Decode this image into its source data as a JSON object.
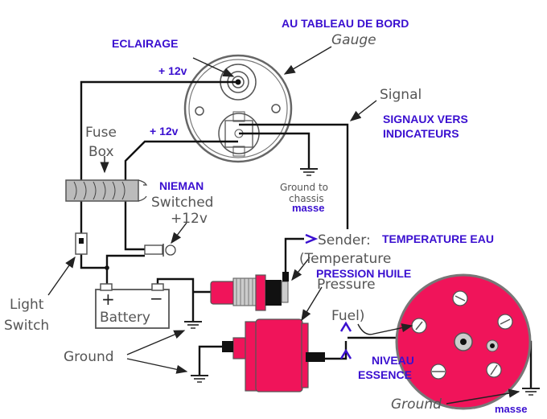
{
  "diagram": {
    "title_fr": "AU TABLEAU DE BORD",
    "gauge_label": "Gauge",
    "eclairage_label": "ECLAIRAGE",
    "plus12v_top": "+ 12v",
    "plus12v_mid": "+ 12v",
    "signal_label": "Signal",
    "signaux_line1": "SIGNAUX VERS",
    "signaux_line2": "INDICATEURS",
    "fuse_line1": "Fuse",
    "fuse_line2": "Box",
    "nieman_label": "NIEMAN",
    "switched_label": "Switched",
    "switched_voltage": "+12v",
    "ground_to_line1": "Ground to",
    "ground_to_line2": "chassis",
    "masse_top": "masse",
    "sender_label": "Sender:",
    "temperature_fr": "TEMPERATURE EAU",
    "temperature_label": "(Temperature",
    "pression_fr": "PRESSION HUILE",
    "pressure_label": "Pressure",
    "fuel_label": "Fuel)",
    "niveau_line1": "NIVEAU",
    "niveau_line2": "ESSENCE",
    "light_line1": "Light",
    "light_line2": "Switch",
    "battery_label": "Battery",
    "battery_plus": "+",
    "battery_minus": "−",
    "ground_left": "Ground",
    "ground_right": "Ground",
    "masse_bottom": "masse"
  },
  "colors": {
    "annotation_blue": "#3a0fd0",
    "sender_pink": "#f0145a",
    "handwritten_gray": "#555555"
  }
}
